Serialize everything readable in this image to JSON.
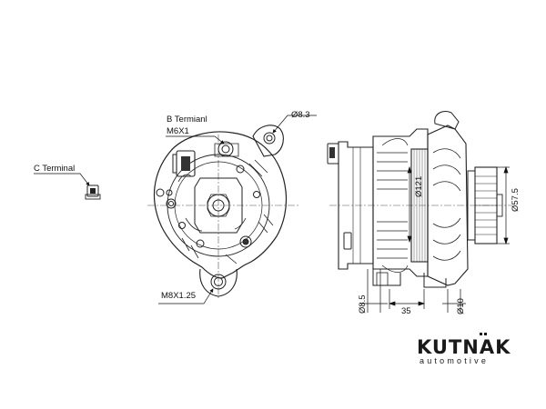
{
  "labels": {
    "b_terminal": "B Termianl",
    "b_thread": "M6X1",
    "c_terminal": "C Terminal",
    "hole_dia": "Ø8.3",
    "mount_thread": "M8X1.25",
    "dia_121": "Ø121",
    "dia_57_5": "Ø57.5",
    "dia_8_5": "Ø8.5",
    "len_35": "35",
    "dia_10": "Ø10"
  },
  "brand": {
    "name": "KUTNAK",
    "tagline": "automotive"
  }
}
